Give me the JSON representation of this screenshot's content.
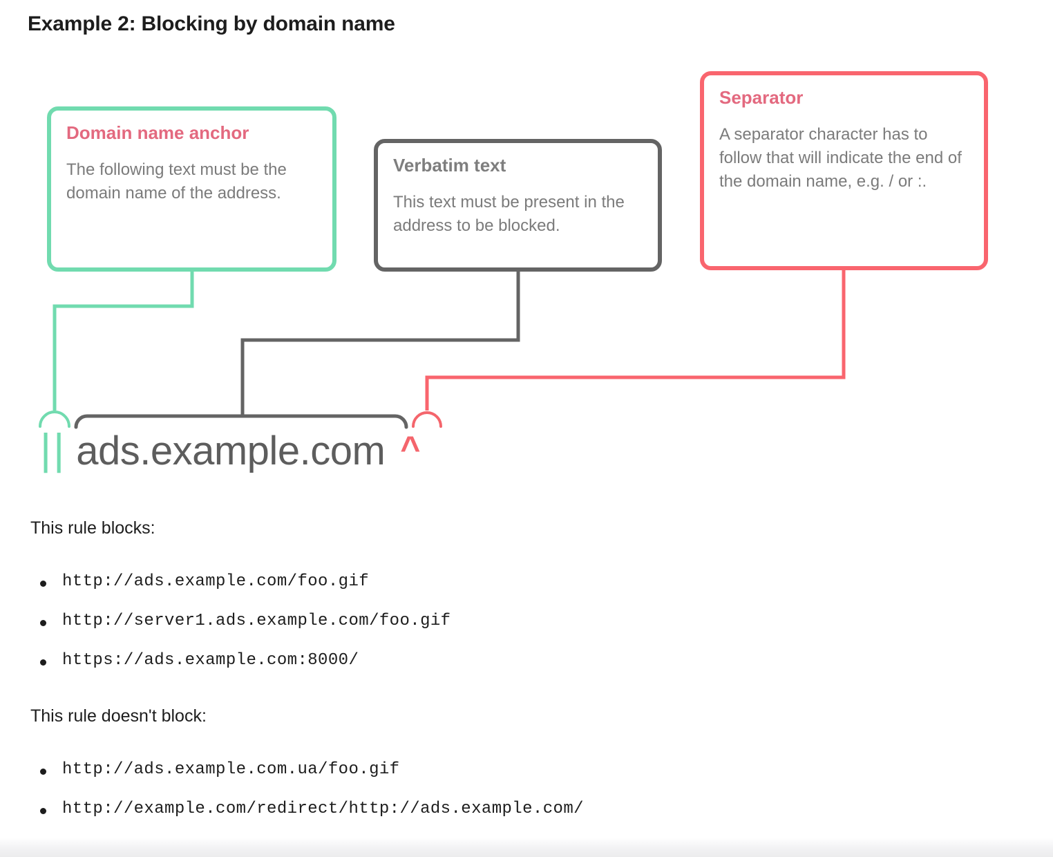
{
  "page": {
    "title": "Example 2: Blocking by domain name"
  },
  "colors": {
    "green": "#71dbaf",
    "pink_border": "#f9656e",
    "pink_title": "#e3697f",
    "gray_border": "#646464",
    "gray_title": "#7e7e7e",
    "body_text": "#7b7b7b",
    "rule_text": "#5d5d5d",
    "heading_text": "#1d1d1d"
  },
  "callouts": [
    {
      "id": "domain-name-anchor",
      "title": "Domain name anchor",
      "body": "The following text must be the domain name of the address.",
      "accent": "#71dbaf"
    },
    {
      "id": "verbatim-text",
      "title": "Verbatim text",
      "body": "This text must be present in the address to be blocked.",
      "accent": "#646464"
    },
    {
      "id": "separator",
      "title": "Separator",
      "body": "A separator character has to follow that will indicate the end of the domain name, e.g. / or :.",
      "accent": "#f9656e"
    }
  ],
  "rule": {
    "anchor": "||",
    "domain": "ads.example.com",
    "separator": "^",
    "full": "||ads.example.com^"
  },
  "blocks": {
    "heading": "This rule blocks:",
    "items": [
      "http://ads.example.com/foo.gif",
      "http://server1.ads.example.com/foo.gif",
      "https://ads.example.com:8000/"
    ]
  },
  "doesnt_block": {
    "heading": "This rule doesn't block:",
    "items": [
      "http://ads.example.com.ua/foo.gif",
      "http://example.com/redirect/http://ads.example.com/"
    ]
  }
}
